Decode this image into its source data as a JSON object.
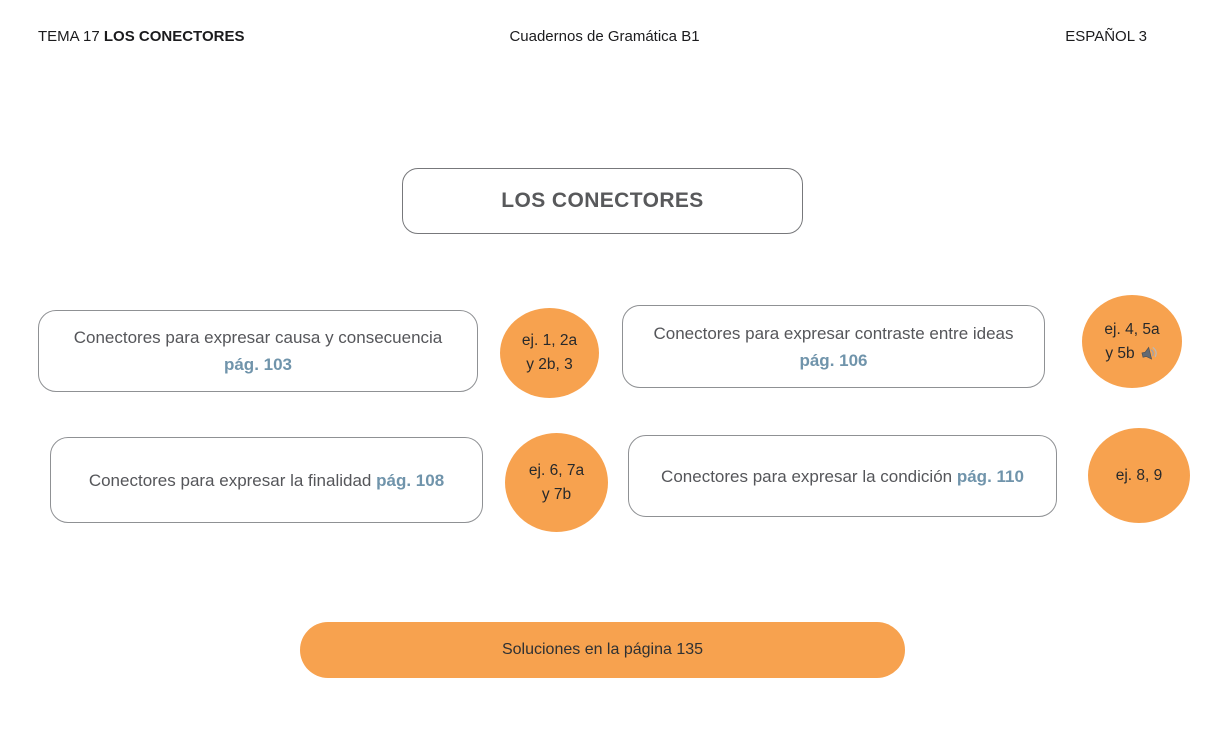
{
  "colors": {
    "accent_orange": "#f7a24f",
    "page_ref_blue": "#7094ab",
    "text_dark_gray": "#55565a",
    "border_gray": "#8f9194"
  },
  "header": {
    "tema_prefix": "TEMA 17",
    "tema_title": "LOS CONECTORES",
    "book_title": "Cuadernos de Gramática B1",
    "course": "ESPAÑOL 3"
  },
  "main_title": "LOS CONECTORES",
  "sections": [
    {
      "title": "Conectores para expresar causa y consecuencia",
      "page": "pág. 103",
      "exercises_line1": "ej. 1, 2a",
      "exercises_line2": "y 2b, 3",
      "audio": false
    },
    {
      "title": "Conectores para expresar contraste entre ideas",
      "page": "pág. 106",
      "exercises_line1": "ej. 4, 5a",
      "exercises_line2": "y 5b",
      "audio": true
    },
    {
      "title": "Conectores para expresar la finalidad",
      "page": "pág. 108",
      "exercises_line1": "ej. 6, 7a",
      "exercises_line2": "y 7b",
      "audio": false
    },
    {
      "title": "Conectores para expresar la condición",
      "page": "pág. 110",
      "exercises_line1": "ej. 8, 9",
      "exercises_line2": "",
      "audio": false
    }
  ],
  "footer": {
    "solutions_label": "Soluciones en la página 135"
  }
}
